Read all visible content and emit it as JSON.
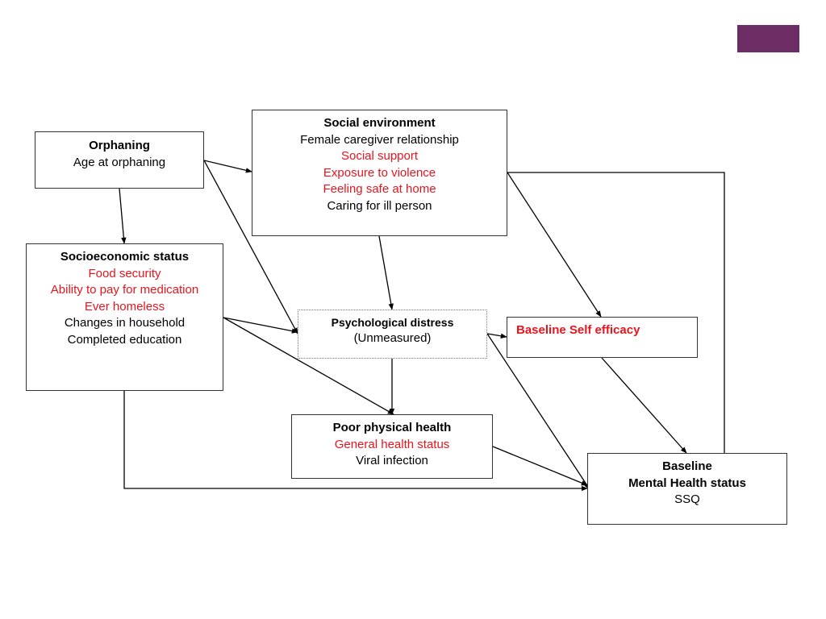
{
  "colors": {
    "accent": "#6b2d63",
    "highlight_text": "#e8141e",
    "arrow": "#000000"
  },
  "boxes": {
    "orphaning": {
      "title": "Orphaning",
      "lines": [
        "Age at orphaning"
      ]
    },
    "social": {
      "title": "Social environment",
      "lines": [
        "Female caregiver relationship",
        "Social support",
        "Exposure to violence",
        "Feeling safe at home",
        "Caring for ill person"
      ]
    },
    "ses": {
      "title": "Socioeconomic status",
      "lines": [
        "Food security",
        "Ability to pay for medication",
        "Ever homeless",
        "Changes in household",
        "Completed education"
      ]
    },
    "psych": {
      "title": "Psychological distress",
      "lines": [
        "(Unmeasured)"
      ]
    },
    "efficacy": {
      "title": "Baseline Self efficacy"
    },
    "physical": {
      "title": "Poor physical health",
      "lines": [
        "General health status",
        "Viral infection"
      ]
    },
    "baseline": {
      "title_1": "Baseline",
      "title_2": "Mental Health status",
      "lines": [
        "SSQ"
      ]
    }
  }
}
